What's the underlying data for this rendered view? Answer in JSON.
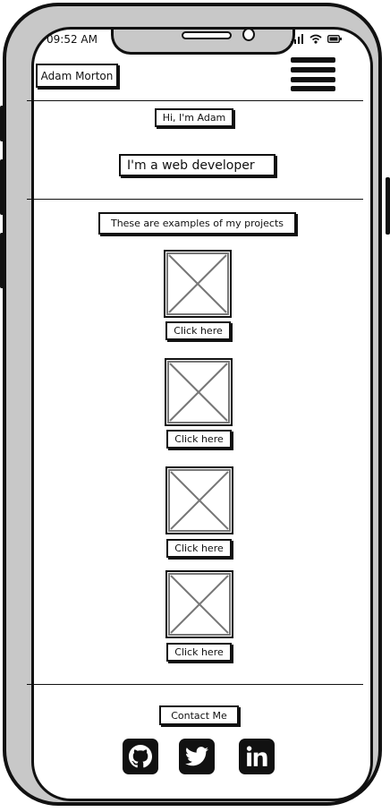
{
  "status_bar": {
    "time": "09:52 AM"
  },
  "header": {
    "name": "Adam Morton"
  },
  "hero": {
    "greeting": "Hi, I'm Adam",
    "tagline": "I'm a web developer"
  },
  "projects": {
    "heading": "These are examples of my projects",
    "items": [
      {
        "button_label": "Click here"
      },
      {
        "button_label": "Click here"
      },
      {
        "button_label": "Click here"
      },
      {
        "button_label": "Click here"
      }
    ]
  },
  "footer": {
    "contact_label": "Contact Me",
    "social_icons": [
      "github-icon",
      "twitter-icon",
      "linkedin-icon"
    ]
  }
}
